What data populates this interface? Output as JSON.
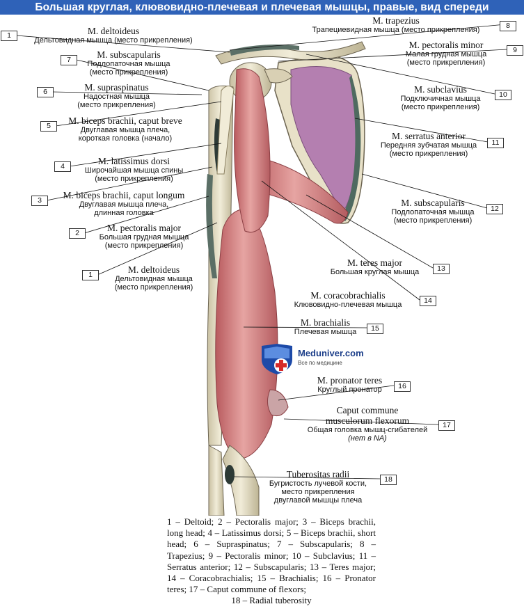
{
  "title": "Большая круглая, клювовидно-плечевая и плечевая мышцы, правые, вид спереди",
  "labels": [
    {
      "num": "1",
      "latin": "M. deltoideus",
      "ru": "Дельтовидная мышца (место прикрепления)"
    },
    {
      "num": "7",
      "latin": "M. subscapularis",
      "ru": "Подлопаточная мышца\n(место прикрепления)"
    },
    {
      "num": "6",
      "latin": "M. supraspinatus",
      "ru": "Надостная мышца\n(место прикрепления)"
    },
    {
      "num": "5",
      "latin": "M. biceps brachii, caput breve",
      "ru": "Двуглавая мышца плеча,\nкороткая головка (начало)"
    },
    {
      "num": "4",
      "latin": "M. latissimus dorsi",
      "ru": "Широчайшая мышца спины\n(место прикрепления)"
    },
    {
      "num": "3",
      "latin": "M. biceps brachii, caput longum",
      "ru": "Двуглавая мышца плеча,\nдлинная головка"
    },
    {
      "num": "2",
      "latin": "M. pectoralis major",
      "ru": "Большая грудная мышца\n(место прикрепления)"
    },
    {
      "num": "1",
      "latin": "M. deltoideus",
      "ru": "Дельтовидная мышца\n(место прикрепления)"
    },
    {
      "num": "8",
      "latin": "M. trapezius",
      "ru": "Трапециевидная мышца (место прикрепления)"
    },
    {
      "num": "9",
      "latin": "M. pectoralis minor",
      "ru": "Малая грудная мышца\n(место прикрепления)"
    },
    {
      "num": "10",
      "latin": "M. subclavius",
      "ru": "Подключичная мышца\n(место прикрепления)"
    },
    {
      "num": "11",
      "latin": "M. serratus anterior",
      "ru": "Передняя зубчатая мышца\n(место прикрепления)"
    },
    {
      "num": "12",
      "latin": "M. subscapularis",
      "ru": "Подлопаточная мышца\n(место прикрепления)"
    },
    {
      "num": "13",
      "latin": "M. teres major",
      "ru": "Большая круглая мышца"
    },
    {
      "num": "14",
      "latin": "M. coracobrachialis",
      "ru": "Клювовидно-плечевая мышца"
    },
    {
      "num": "15",
      "latin": "M. brachialis",
      "ru": "Плечевая мышца"
    },
    {
      "num": "16",
      "latin": "M. pronator teres",
      "ru": "Круглый пронатор"
    },
    {
      "num": "17",
      "latin": "Caput commune\nmusculorum flexorum",
      "ru": "Общая головка мышц-сгибателей",
      "ru_note": "(нет в NA)"
    },
    {
      "num": "18",
      "latin": "Tuberositas radii",
      "ru": "Бугристость лучевой кости,\nместо прикрепления\nдвуглавой мышцы плеча"
    }
  ],
  "legend": "1 – Deltoid; 2 – Pectoralis major; 3 – Biceps brachii, long head; 4 – Latissimus dorsi; 5 – Biceps brachii, short head; 6 – Supraspinatus; 7 – Subscapularis; 8 – Trapezius; 9 – Pectoralis minor; 10 – Subclavius; 11 – Serratus anterior; 12 – Subscapularis; 13 – Teres major; 14 – Coracobrachialis; 15 – Brachialis; 16 – Pronator teres; 17 – Caput commune of flexors;",
  "legend_last": "18 – Radial tuberosity",
  "logo": {
    "name": "Meduniver.com",
    "tagline": "Все по медицине"
  },
  "colors": {
    "title_bar": "#2f62b8",
    "muscle": "#d98a8a",
    "scapula_fossa": "#b47fb0",
    "bone": "#e8e1c8",
    "attachment": "#5b6f66"
  }
}
